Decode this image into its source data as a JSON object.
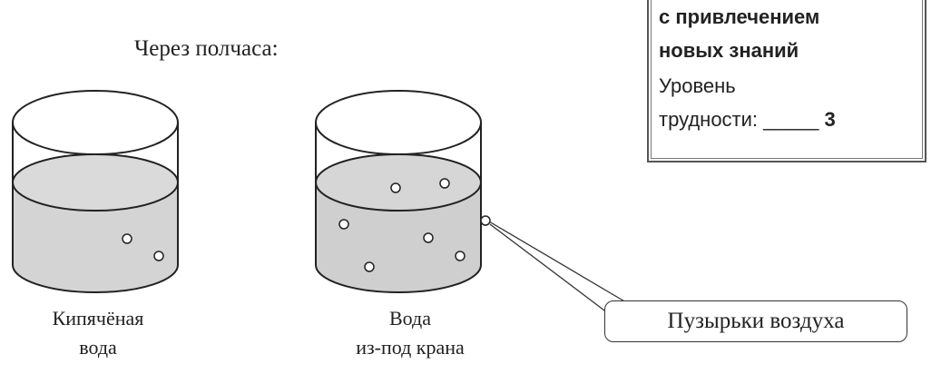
{
  "heading": "Через полчаса:",
  "info_box": {
    "line1": "с привлечением",
    "line2": "новых знаний",
    "line3": "Уровень",
    "line4": "трудности:",
    "blank": "_____",
    "level": "3"
  },
  "labels": {
    "boiled_line1": "Кипячёная",
    "boiled_line2": "вода",
    "tap_line1": "Вода",
    "tap_line2": "из-под крана"
  },
  "callout": "Пузырьки воздуха",
  "colors": {
    "water": "#d4d4d4",
    "stroke": "#222"
  }
}
